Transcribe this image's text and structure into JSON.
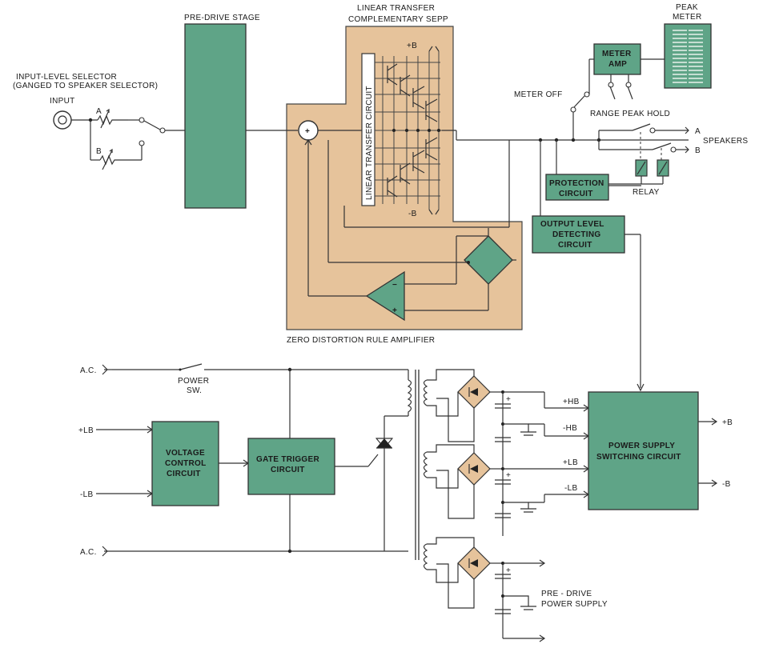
{
  "labels": {
    "pre_drive_stage": "PRE-DRIVE STAGE",
    "linear_transfer_1": "LINEAR TRANSFER",
    "linear_transfer_2": "COMPLEMENTARY SEPP",
    "linear_transfer_circuit": "LINEAR TRANSFER CIRCUIT",
    "plus_b_top": "+B",
    "minus_b_top": "-B",
    "peak_meter_1": "PEAK",
    "peak_meter_2": "METER",
    "meter_amp_1": "METER",
    "meter_amp_2": "AMP",
    "meter_off": "METER OFF",
    "range_peak_hold": "RANGE  PEAK HOLD",
    "input_level_1": "INPUT-LEVEL SELECTOR",
    "input_level_2": "(GANGED TO SPEAKER SELECTOR)",
    "input": "INPUT",
    "sel_a": "A",
    "sel_b": "B",
    "spk_a": "A",
    "spk_b": "B",
    "speakers": "SPEAKERS",
    "protection_1": "PROTECTION",
    "protection_2": "CIRCUIT",
    "relay": "RELAY",
    "output_level_1": "OUTPUT LEVEL",
    "output_level_2": "DETECTING",
    "output_level_3": "CIRCUIT",
    "zero_distortion": "ZERO DISTORTION RULE AMPLIFIER",
    "ac_top": "A.C.",
    "ac_bottom": "A.C.",
    "power_sw_1": "POWER",
    "power_sw_2": "SW.",
    "plus_lb": "+LB",
    "minus_lb": "-LB",
    "voltage_1": "VOLTAGE",
    "voltage_2": "CONTROL",
    "voltage_3": "CIRCUIT",
    "gate_1": "GATE TRIGGER",
    "gate_2": "CIRCUIT",
    "plus_hb_rail": "+HB",
    "minus_hb_rail": "-HB",
    "plus_lb_rail": "+LB",
    "minus_lb_rail": "-LB",
    "ps_switch_1": "POWER SUPPLY",
    "ps_switch_2": "SWITCHING CIRCUIT",
    "out_plus_b": "+B",
    "out_minus_b": "-B",
    "pre_drive_ps_1": "PRE - DRIVE",
    "pre_drive_ps_2": "POWER SUPPLY",
    "summer": "+",
    "op_minus": "−",
    "op_plus": "+",
    "cap_plus": "+"
  },
  "colors": {
    "block_green": "#5fa487",
    "amp_tan": "#e6c39b",
    "wire": "#333333"
  }
}
